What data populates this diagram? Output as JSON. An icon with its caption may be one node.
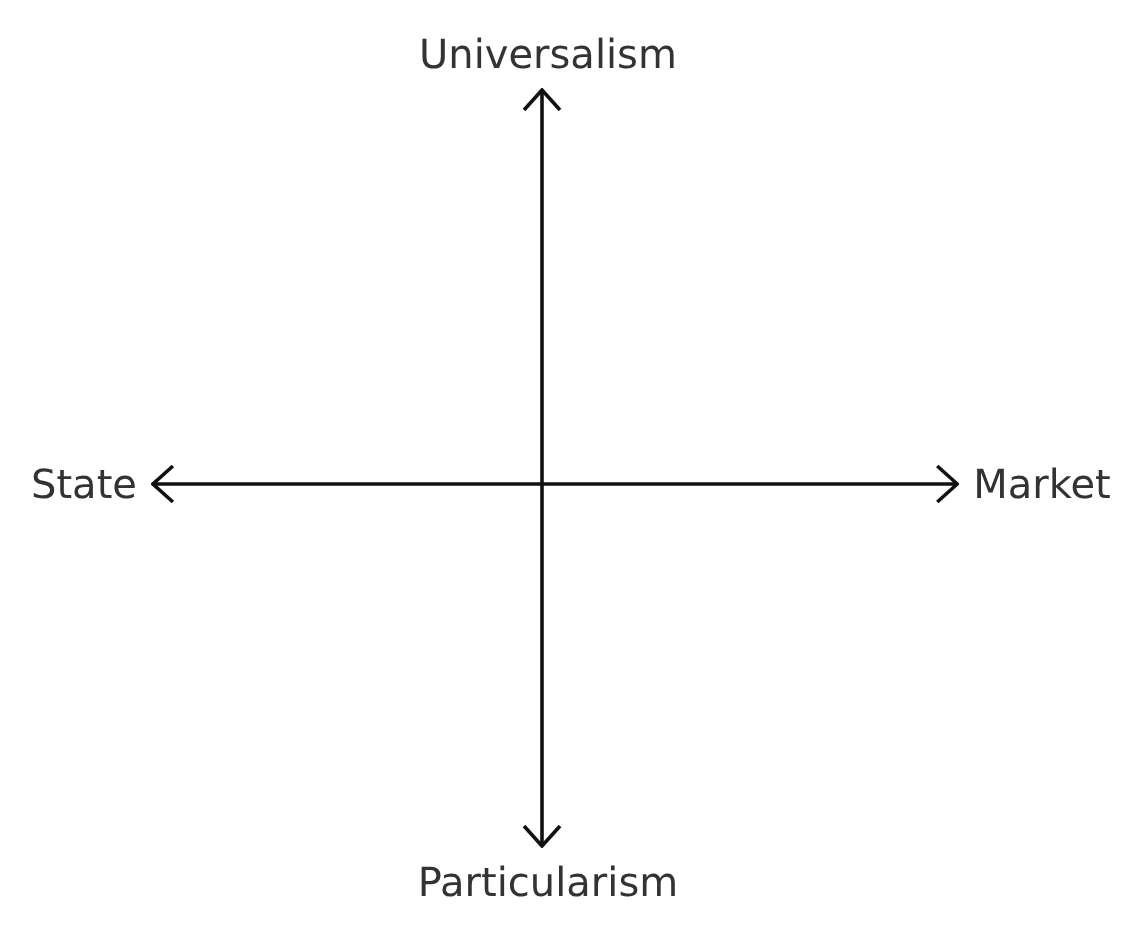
{
  "diagram": {
    "nodes": [
      {
        "text": [
          "Universalism"
        ]
      },
      {
        "text": [
          "State"
        ]
      },
      {
        "text": [
          "Market"
        ]
      },
      {
        "text": [
          "Particularism"
        ]
      }
    ],
    "edges": [
      {
        "from": 1,
        "to": 2,
        "arrow": "both"
      },
      {
        "from": 0,
        "to": 3,
        "arrow": "both"
      }
    ]
  }
}
